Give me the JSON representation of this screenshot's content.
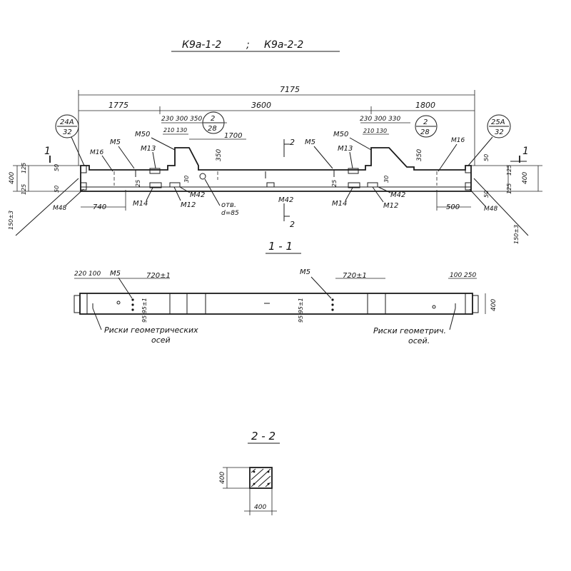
{
  "title": {
    "mark_1": "К9а-1-2",
    "separator": ";",
    "mark_2": "К9а-2-2"
  },
  "elevation": {
    "overall_length": "7175",
    "seg_left": "1775",
    "seg_mid": "3600",
    "seg_right": "1800",
    "step_dims_left": "230 300 350",
    "step_dims_left_2": "210 130",
    "step_dims_right": "230 300 330",
    "step_dims_right_2": "210 130",
    "span_1700": "1700",
    "dim_350_left": "350",
    "dim_350_right": "350",
    "bubble_left_top": "24А",
    "bubble_left_bottom": "32",
    "bubble_mid_left_top": "2",
    "bubble_mid_left_bottom": "28",
    "bubble_mid_right_top": "2",
    "bubble_mid_right_bottom": "28",
    "bubble_right_top": "25А",
    "bubble_right_bottom": "32",
    "m5_left": "М5",
    "m50_left": "М50",
    "m13_left": "М13",
    "m16_left": "М16",
    "m5_mid": "М5",
    "m50_right": "М50",
    "m13_right": "М13",
    "m16_right": "М16",
    "m14_left": "М14",
    "m12_left": "М12",
    "m42_left": "М42",
    "m42_mid": "М42",
    "m14_right": "М14",
    "m12_right": "М12",
    "m42_right": "М42",
    "m48_left": "М48",
    "m48_right": "М48",
    "hole_label": "отв.",
    "hole_dia": "d=85",
    "dim_740": "740",
    "dim_500": "500",
    "dim_25_left": "25",
    "dim_25_right": "25",
    "dim_30_left": "30",
    "dim_30_right": "30",
    "left_400": "400",
    "left_125_a": "125",
    "left_125_b": "125",
    "left_50_a": "50",
    "left_50_b": "50",
    "left_150": "150±3",
    "right_400": "400",
    "right_125_a": "125",
    "right_125_b": "125",
    "right_50_a": "50",
    "right_50_b": "50",
    "right_150": "150±3",
    "cut_1_left": "1",
    "cut_1_right": "1",
    "cut_2_top": "2",
    "cut_2_bottom": "2"
  },
  "section_1_1": {
    "title": "1 - 1",
    "dim_left": "220 100",
    "m5_left": "М5",
    "tol_left": "720±1",
    "m5_right": "М5",
    "tol_right": "720±1",
    "dim_right": "100 250",
    "height": "400",
    "vert_left": "95 95±1",
    "vert_right": "95 95±1",
    "note_left_1": "Риски геометрических",
    "note_left_2": "осей",
    "note_right_1": "Риски геометрич.",
    "note_right_2": "осей."
  },
  "section_2_2": {
    "title": "2 - 2",
    "height": "400",
    "width": "400"
  }
}
